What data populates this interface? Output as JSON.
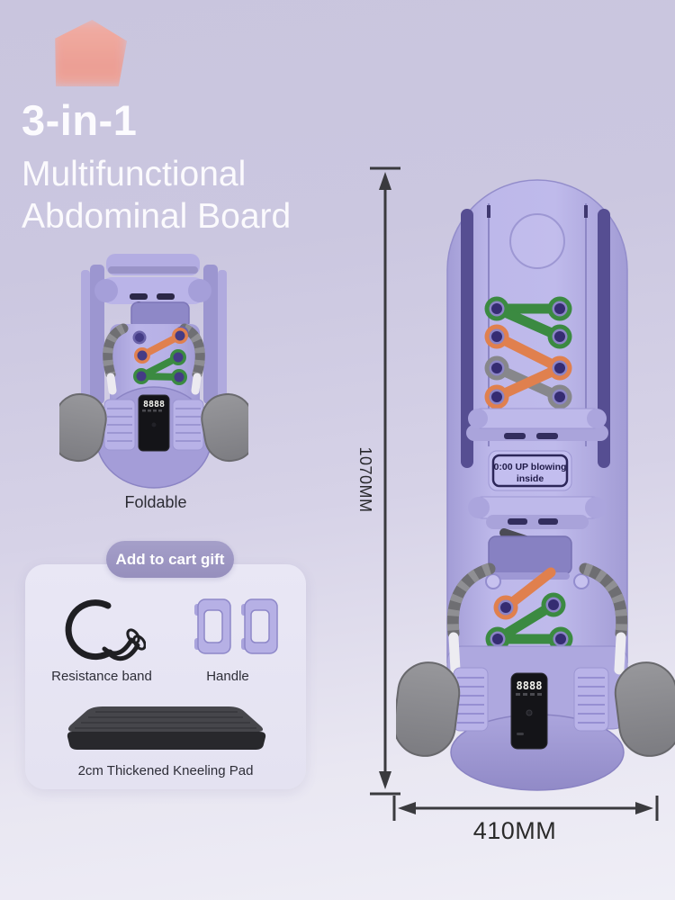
{
  "header": {
    "title_line1": "3-in-1",
    "title_line2": "Multifunctional",
    "title_line3": "Abdominal Board"
  },
  "folded_product": {
    "caption": "Foldable",
    "counter_display": "8888"
  },
  "gift_section": {
    "badge": "Add to cart gift",
    "items": [
      {
        "label": "Resistance band",
        "icon": "resistance-band-icon"
      },
      {
        "label": "Handle",
        "icon": "handle-icon"
      },
      {
        "label": "2cm Thickened Kneeling Pad",
        "icon": "kneeling-pad-icon"
      }
    ]
  },
  "main_product": {
    "plate_label_line1": "0:00 UP blowing",
    "plate_label_line2": "inside",
    "counter_display": "8888",
    "dimensions": {
      "height": "1070MM",
      "width": "410MM"
    }
  },
  "colors": {
    "background_top": "#c9c5de",
    "background_bottom": "#efeef6",
    "board_purple": "#b2ace1",
    "rail_dark_purple": "#564e92",
    "hole_center": "#3f3680",
    "link_green": "#3b8a41",
    "link_orange": "#e0804e",
    "link_gray": "#87878b",
    "pad_gray": "#8e8e92",
    "badge_purple": "#9b95c3",
    "display_black": "#141418",
    "dimension_line": "#3a3a3e",
    "logo_salmon": "#f09a8c",
    "title_white": "#fcfbfe"
  }
}
